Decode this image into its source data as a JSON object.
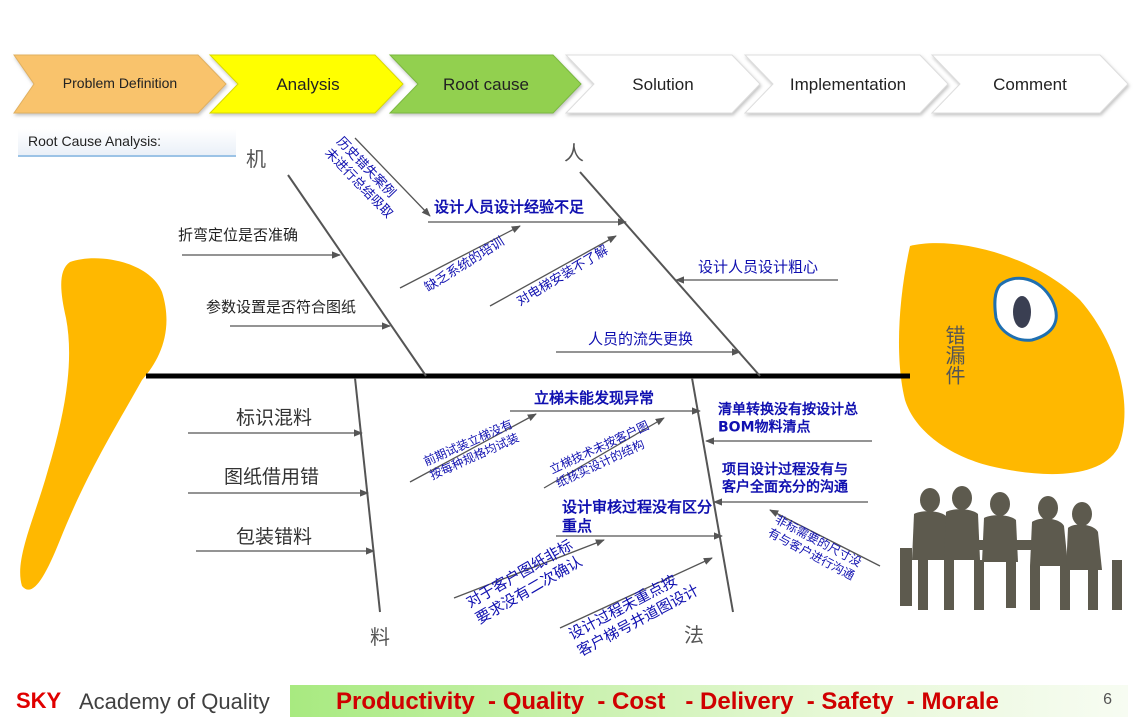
{
  "process_steps": [
    {
      "label": "Problem Definition",
      "fill": "#f9c36c"
    },
    {
      "label": "Analysis",
      "fill": "#ffff00"
    },
    {
      "label": "Root cause",
      "fill": "#92d050"
    },
    {
      "label": "Solution",
      "fill": "#ffffff"
    },
    {
      "label": "Implementation",
      "fill": "#ffffff"
    },
    {
      "label": "Comment",
      "fill": "#ffffff"
    }
  ],
  "section_title": "Root Cause Analysis:",
  "fishbone": {
    "head_label": "错漏件",
    "category_labels": {
      "machine": "机",
      "man": "人",
      "material": "料",
      "method": "法"
    },
    "causes": {
      "machine": [
        "折弯定位是否准确",
        "参数设置是否符合图纸"
      ],
      "man": [
        "历史错失案例未进行总结吸取",
        "设计人员设计经验不足",
        "缺乏系统的培训",
        "对电梯安装不了解",
        "设计人员设计粗心",
        "人员的流失更换"
      ],
      "material": [
        "标识混料",
        "图纸借用错",
        "包装错料"
      ],
      "method": [
        "立梯未能发现异常",
        "前期试装立梯没有按每种规格均试装",
        "立梯技术未按客户图纸核实设计的结构",
        "清单转换没有按设计总BOM物料清点",
        "项目设计过程没有与客户全面充分的沟通",
        "非标需要的尺寸没有与客户进行沟通",
        "设计审核过程没有区分重点",
        "对于客户图纸非标要求没有二次确认",
        "设计过程未重点按客户梯号井道图设计"
      ]
    }
  },
  "colors": {
    "accent_blue": "#1010b0",
    "fish_yellow": "#ffb800",
    "spine": "#000000",
    "bone_gray": "#555555"
  },
  "footer": {
    "brand": "SKY",
    "academy": "Academy of Quality",
    "motto": "Productivity  - Quality  - Cost   - Delivery  - Safety  - Morale",
    "page_number": "6"
  }
}
